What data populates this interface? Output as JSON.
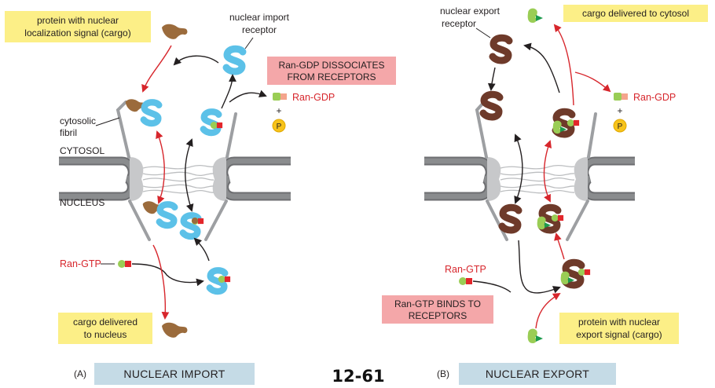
{
  "panel_a": {
    "panel_letter": "(A)",
    "panel_title": "NUCLEAR IMPORT",
    "cargo_label_line1": "protein with nuclear",
    "cargo_label_line2": "localization signal (cargo)",
    "receptor_label_line1": "nuclear import",
    "receptor_label_line2": "receptor",
    "dissociates_line1": "Ran-GDP DISSOCIATES",
    "dissociates_line2": "FROM RECEPTORS",
    "ran_gdp": "Ran-GDP",
    "plus": "+",
    "phosphate": "P",
    "fibril_line1": "cytosolic",
    "fibril_line2": "fibril",
    "cytosol": "CYTOSOL",
    "nucleus": "NUCLEUS",
    "ran_gtp": "Ran-GTP",
    "delivered_line1": "cargo delivered",
    "delivered_line2": "to nucleus"
  },
  "panel_b": {
    "panel_letter": "(B)",
    "panel_title": "NUCLEAR EXPORT",
    "receptor_label_line1": "nuclear export",
    "receptor_label_line2": "receptor",
    "delivered_cytosol": "cargo delivered to cytosol",
    "ran_gdp": "Ran-GDP",
    "plus": "+",
    "phosphate": "P",
    "ran_gtp": "Ran-GTP",
    "binds_line1": "Ran-GTP BINDS TO",
    "binds_line2": "RECEPTORS",
    "cargo_label_line1": "protein with nuclear",
    "cargo_label_line2": "export signal (cargo)"
  },
  "figure_number": "12-61",
  "colors": {
    "import_receptor": "#5cc1e8",
    "export_receptor": "#6e3a2a",
    "import_cargo": "#9b6b3c",
    "export_cargo": "#9acd55",
    "ran_gtp": "#e3262b",
    "ran_gdp": "#f4a48c",
    "red_arrow": "#d7262c",
    "envelope": "#8a8c8e",
    "label_box": "#fcef87",
    "emphasis_box": "#f4a7a9",
    "caption_box": "#c5dbe6"
  }
}
